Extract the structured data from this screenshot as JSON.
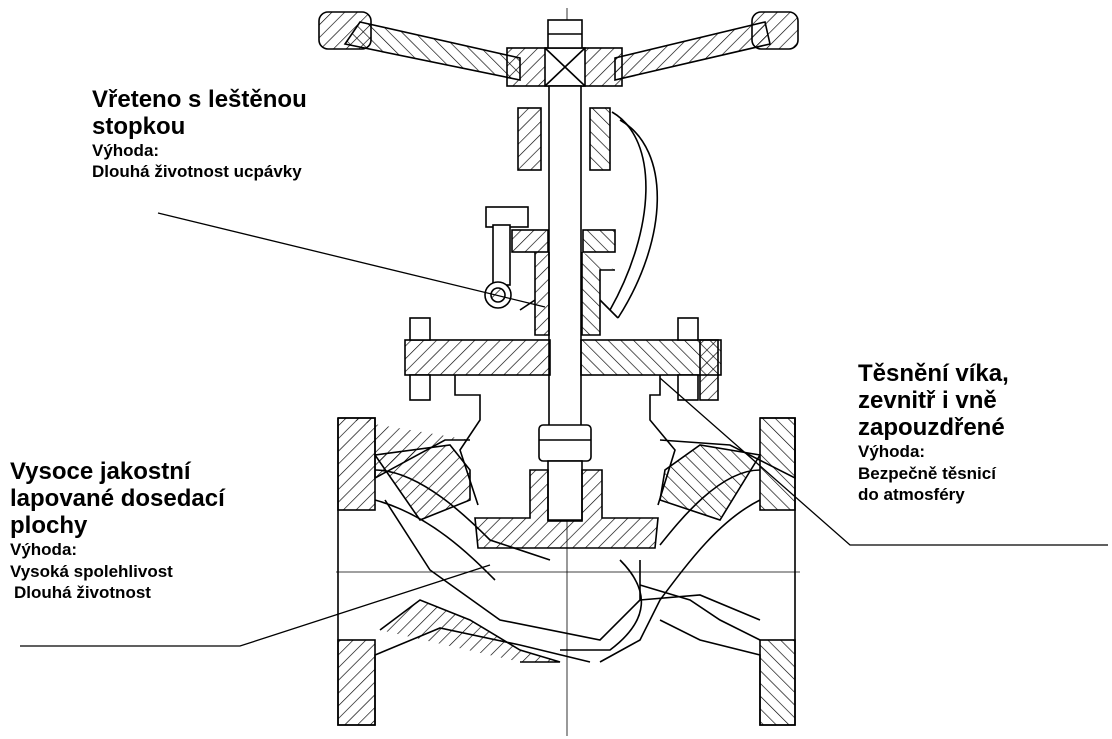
{
  "callouts": {
    "spindle": {
      "title_line1": "Vřeteno s leštěnou",
      "title_line2": "stopkou",
      "benefit_label": "Výhoda:",
      "benefit_line1": "Dlouhá životnost ucpávky"
    },
    "bonnet_seal": {
      "title_line1": "Těsnění víka,",
      "title_line2": "zevnitř i vně",
      "title_line3": "zapouzdřené",
      "benefit_label": "Výhoda:",
      "benefit_line1": "Bezpečně těsnicí",
      "benefit_line2": "do atmosféry"
    },
    "seating_faces": {
      "title_line1": "Vysoce jakostní",
      "title_line2": "lapované dosedací",
      "title_line3": "plochy",
      "benefit_label": "Výhoda:",
      "benefit_line1": "Vysoká spolehlivost",
      "benefit_line2": "Dlouhá životnost"
    }
  }
}
